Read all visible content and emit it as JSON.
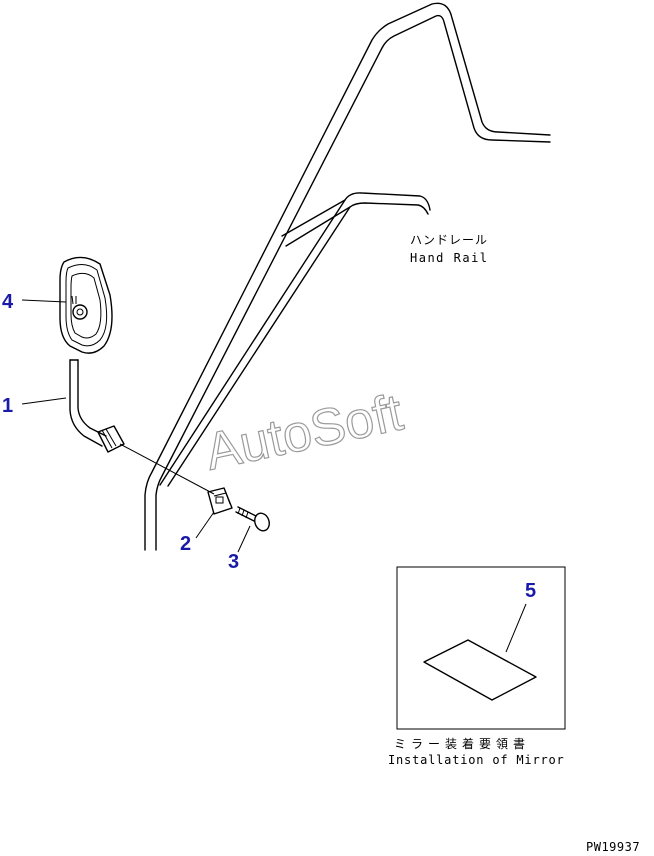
{
  "diagram": {
    "callouts": [
      "1",
      "2",
      "3",
      "4",
      "5"
    ],
    "handrail_label_jp": "ハンドレール",
    "handrail_label_en": "Hand Rail",
    "manual_label_jp": "ミラー装着要領書",
    "manual_label_en": "Installation of Mirror",
    "watermark": "AutoSoft",
    "drawing_number": "PW19937"
  }
}
